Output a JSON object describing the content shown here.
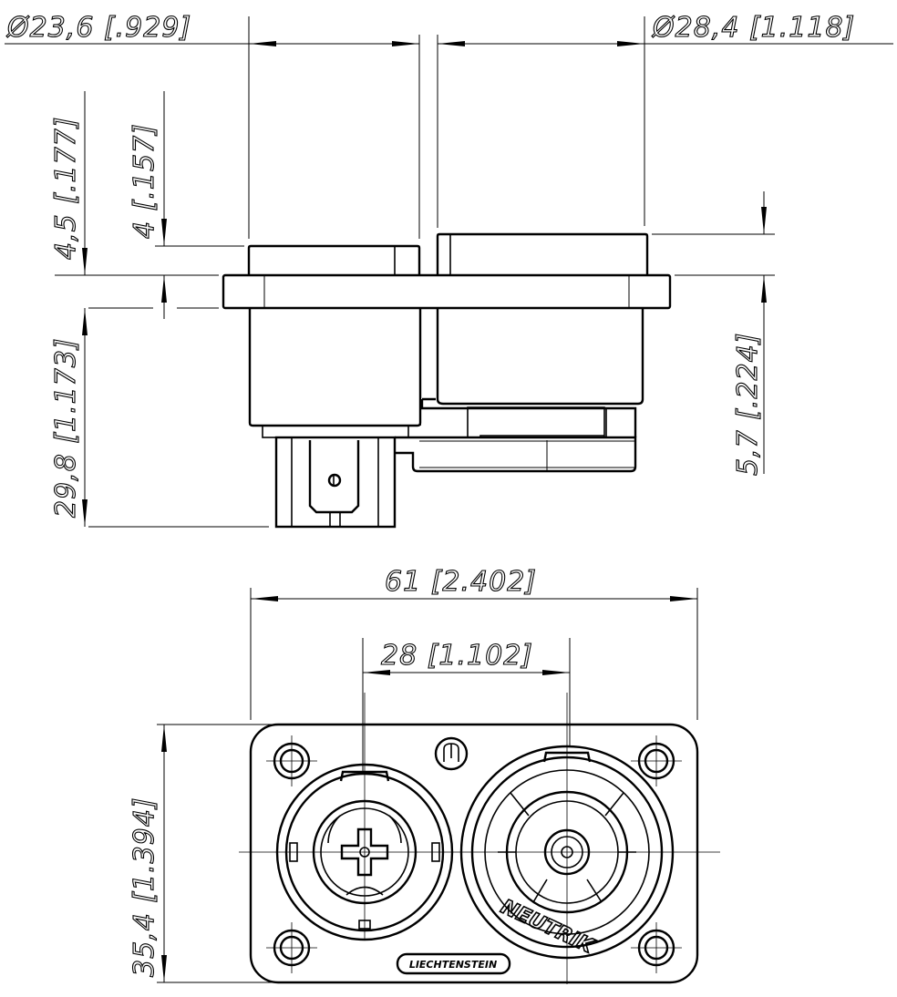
{
  "drawing": {
    "dimensions": {
      "diameter_left": "Ø23,6 [.929]",
      "diameter_right": "Ø28,4 [1.118]",
      "height_top_left": "4,5 [.177]",
      "height_flange": "4 [.157]",
      "depth_left": "29,8 [1.173]",
      "height_top_right": "5,7 [.224]",
      "width_total": "61 [2.402]",
      "center_distance": "28 [1.102]",
      "height_total": "35,4 [1.394]"
    },
    "labels": {
      "plate_marking": "LIECHTENSTEIN",
      "brand_marking": "NEUTRIK"
    }
  }
}
